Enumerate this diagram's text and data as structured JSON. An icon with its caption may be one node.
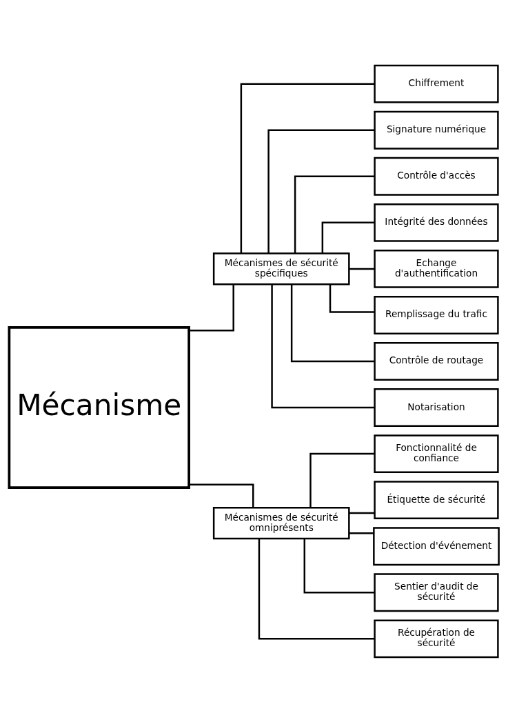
{
  "diagram": {
    "nodes": [
      {
        "text": [
          "Mécanisme"
        ]
      },
      {
        "text": [
          "Mécanismes de sécurité spécifiques"
        ]
      },
      {
        "text": [
          "Chiffrement"
        ]
      },
      {
        "text": [
          "Signature numérique"
        ]
      },
      {
        "text": [
          "Contrôle d'accès"
        ]
      },
      {
        "text": [
          "Intégrité des données"
        ]
      },
      {
        "text": [
          "Echange d'authentification"
        ]
      },
      {
        "text": [
          "Remplissage du trafic"
        ]
      },
      {
        "text": [
          "Contrôle de routage"
        ]
      },
      {
        "text": [
          "Notarisation"
        ]
      },
      {
        "text": [
          "Mécanismes de sécurité omniprésents"
        ]
      },
      {
        "text": [
          "Fonctionnalité de confiance"
        ]
      },
      {
        "text": [
          "Étiquette de sécurité"
        ]
      },
      {
        "text": [
          "Détection d'événement"
        ]
      },
      {
        "text": [
          "Sentier d'audit de sécurité"
        ]
      },
      {
        "text": [
          "Récupération de sécurité"
        ]
      }
    ],
    "edges": [
      {
        "from": 0,
        "to": 1,
        "arrow": "none"
      },
      {
        "from": 1,
        "to": 2,
        "arrow": "none"
      },
      {
        "from": 1,
        "to": 3,
        "arrow": "none"
      },
      {
        "from": 1,
        "to": 4,
        "arrow": "none"
      },
      {
        "from": 1,
        "to": 5,
        "arrow": "none"
      },
      {
        "from": 1,
        "to": 6,
        "arrow": "none"
      },
      {
        "from": 1,
        "to": 7,
        "arrow": "none"
      },
      {
        "from": 1,
        "to": 8,
        "arrow": "none"
      },
      {
        "from": 1,
        "to": 9,
        "arrow": "none"
      },
      {
        "from": 0,
        "to": 10,
        "arrow": "none"
      },
      {
        "from": 10,
        "to": 11,
        "arrow": "none"
      },
      {
        "from": 10,
        "to": 12,
        "arrow": "none"
      },
      {
        "from": 10,
        "to": 13,
        "arrow": "none"
      },
      {
        "from": 10,
        "to": 14,
        "arrow": "none"
      },
      {
        "from": 10,
        "to": 15,
        "arrow": "none"
      }
    ]
  }
}
